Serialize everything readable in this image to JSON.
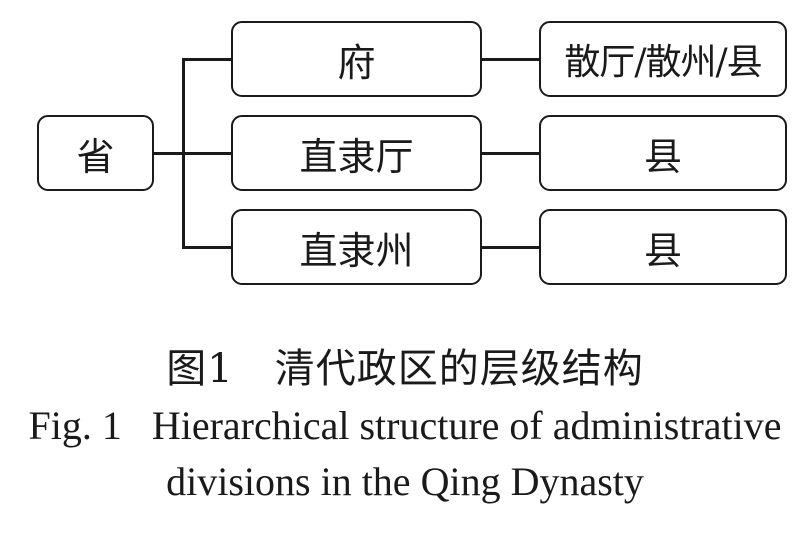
{
  "diagram": {
    "root": {
      "label": "省"
    },
    "branches": [
      {
        "middle": "府",
        "leaf": "散厅/散州/县"
      },
      {
        "middle": "直隶厅",
        "leaf": "县"
      },
      {
        "middle": "直隶州",
        "leaf": "县"
      }
    ]
  },
  "caption": {
    "cn": "图1　清代政区的层级结构",
    "en_line1": "Fig. 1  Hierarchical structure of administrative",
    "en_line2": "divisions in the Qing Dynasty"
  }
}
